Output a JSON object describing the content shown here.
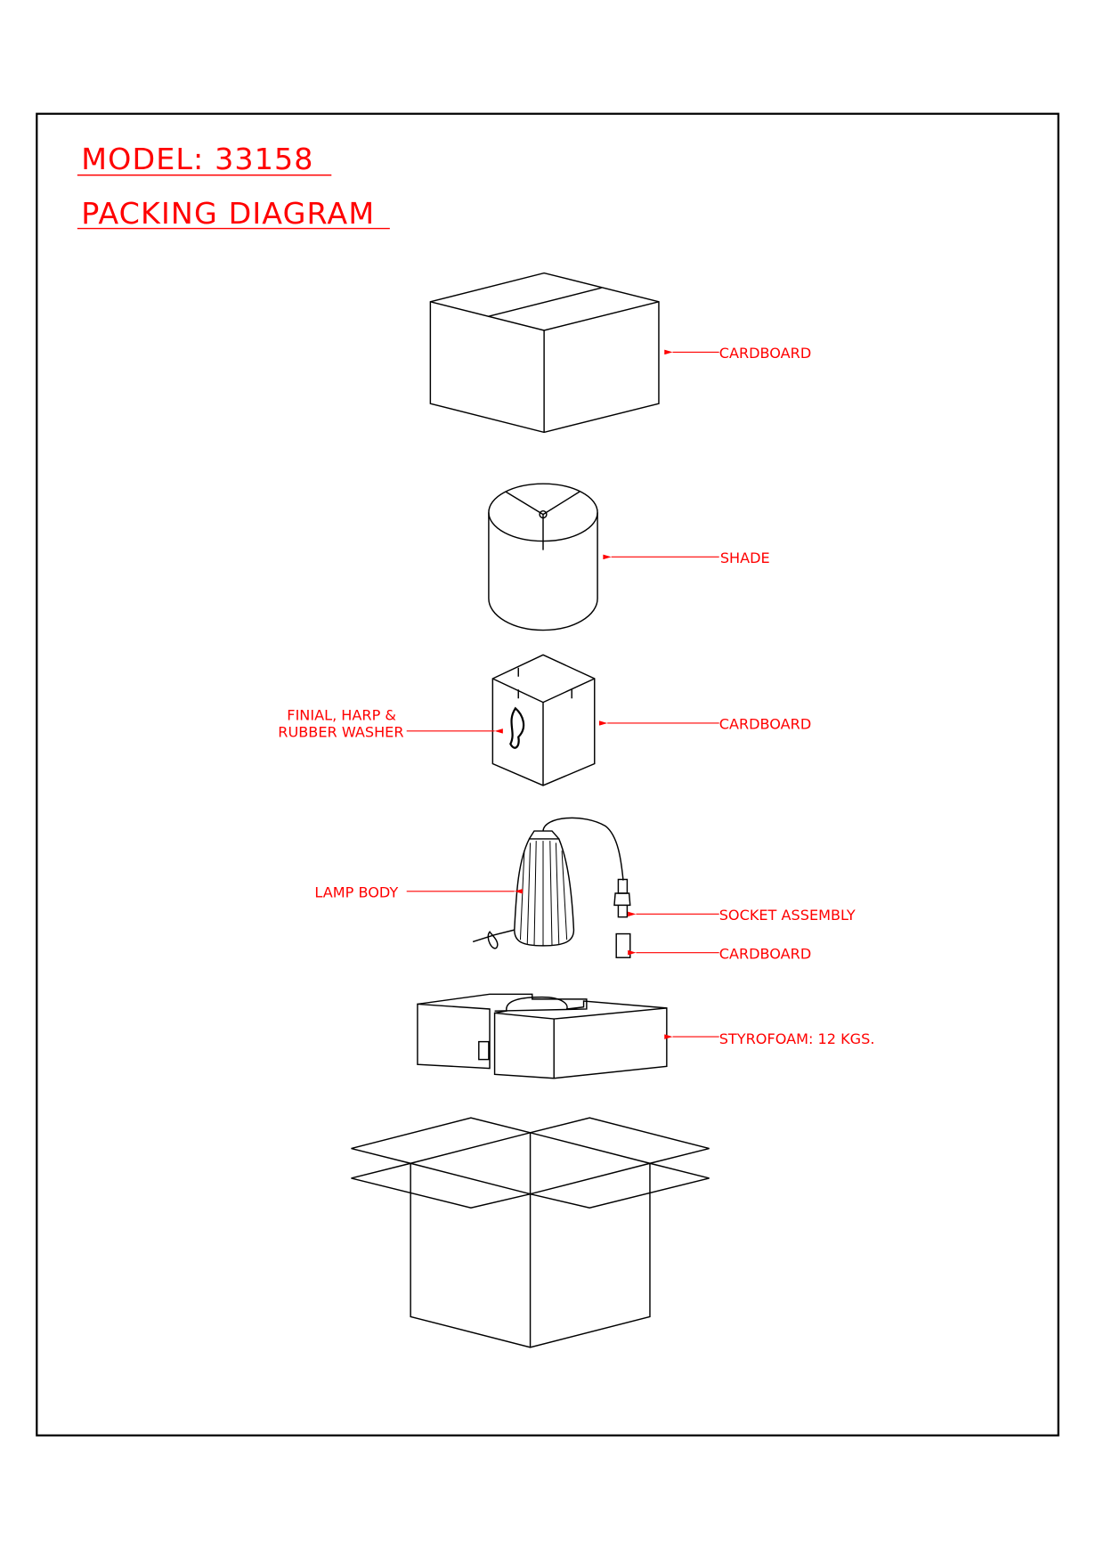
{
  "title": {
    "model": "MODEL:  33158",
    "subtitle": "PACKING  DIAGRAM"
  },
  "labels": {
    "outer_cardboard": "CARDBOARD",
    "shade": "SHADE",
    "finial_line1": "FINIAL,  HARP  &",
    "finial_line2": "RUBBER  WASHER",
    "inner_cardboard": "CARDBOARD",
    "lamp_body": "LAMP  BODY",
    "socket_assembly": "SOCKET  ASSEMBLY",
    "small_cardboard": "CARDBOARD",
    "styrofoam": "STYROFOAM:  12  KGS."
  },
  "colors": {
    "annotation": "#ff0000",
    "line": "#000000"
  }
}
